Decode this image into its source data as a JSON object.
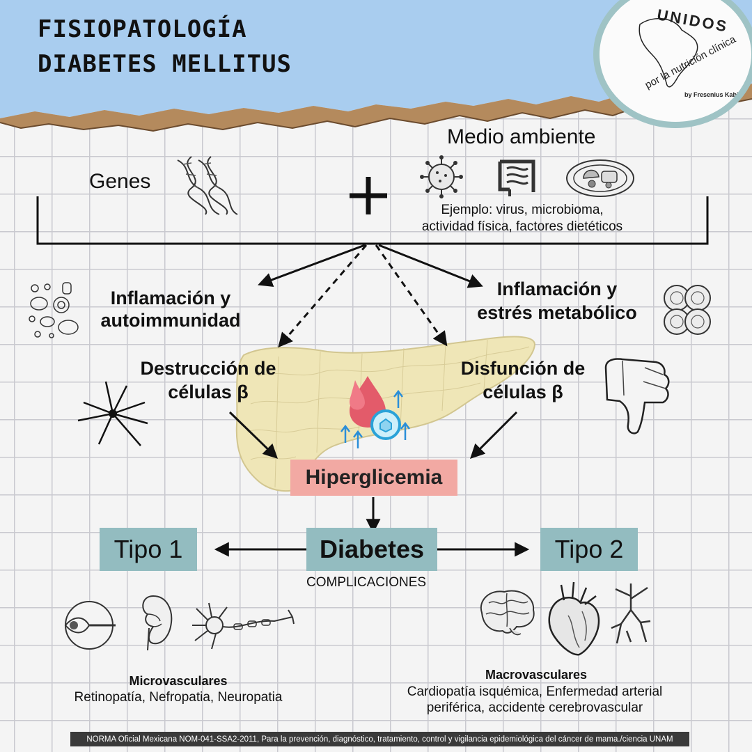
{
  "title": {
    "line1": "FISIOPATOLOGÍA",
    "line2": "DIABETES MELLITUS"
  },
  "logo": {
    "brand": "UNIDOS",
    "tagline": "por la nutrición clínica",
    "byline": "by Fresenius Kabi"
  },
  "factors": {
    "genes": "Genes",
    "environment": "Medio ambiente",
    "plus": "+",
    "example_line1": "Ejemplo: virus, microbioma,",
    "example_line2": "actividad física, factores dietéticos"
  },
  "pathways": {
    "left": {
      "line1": "Inflamación y",
      "line2": "autoimmunidad"
    },
    "right": {
      "line1": "Inflamación y",
      "line2": "estrés metabólico"
    }
  },
  "cells": {
    "destruction": {
      "line1": "Destrucción de",
      "line2": "células β"
    },
    "dysfunction": {
      "line1": "Disfunción de",
      "line2": "células β"
    }
  },
  "hyperglycemia": "Hiperglicemia",
  "diabetes": "Diabetes",
  "types": {
    "type1": "Tipo 1",
    "type2": "Tipo 2"
  },
  "complications_label": "COMPLICACIONES",
  "micro": {
    "title": "Microvasculares",
    "items": "Retinopatía, Nefropatia, Neuropatia"
  },
  "macro": {
    "title": "Macrovasculares",
    "line1": "Cardiopatía isquémica, Enfermedad arterial",
    "line2": "periférica, accidente cerebrovascular"
  },
  "footer": "NORMA Oficial Mexicana NOM-041-SSA2-2011, Para la prevención, diagnóstico, tratamiento, control y vigilancia epidemiológica del cáncer de mama./ciencia UNAM",
  "colors": {
    "header_blue": "#a9cdef",
    "torn_paper": "#b48a5d",
    "teal_box": "#93bcc0",
    "hyperglycemia_box": "#f2a9a3",
    "pancreas": "#efe6b7",
    "logo_ring": "#9fc3c5",
    "footer_bar": "#3a3a3a"
  },
  "icons": [
    "dna-icon",
    "virus-icon",
    "intestine-icon",
    "food-plate-icon",
    "cells-icon",
    "cell-cluster-icon",
    "burst-icon",
    "thumbs-down-icon",
    "blood-drop-icon",
    "glucose-icon",
    "eye-icon",
    "kidney-icon",
    "neuron-icon",
    "brain-icon",
    "heart-icon",
    "artery-icon",
    "south-america-map-icon"
  ]
}
